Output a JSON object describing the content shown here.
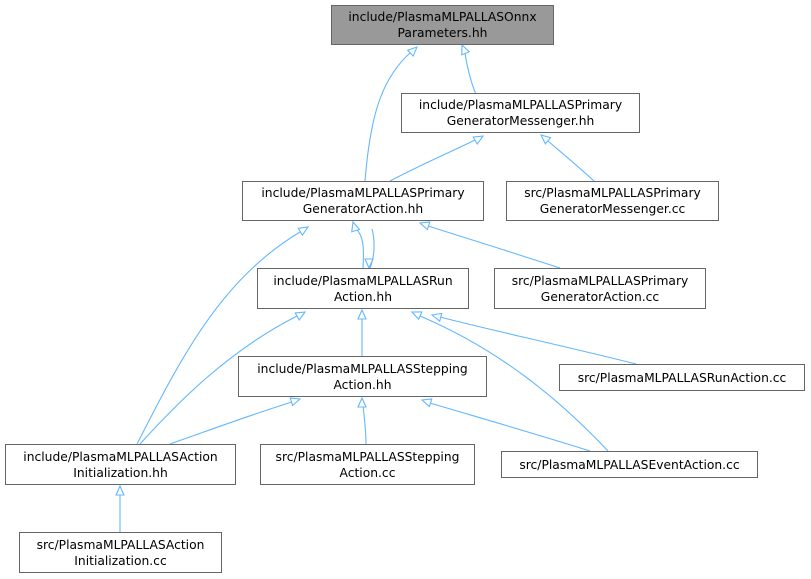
{
  "edge_color": "#63b8ff",
  "nodes": {
    "onnx_params_hh": {
      "line1": "include/PlasmaMLPALLASOnnx",
      "line2": "Parameters.hh",
      "fill": "#999999"
    },
    "pga_messenger_hh": {
      "line1": "include/PlasmaMLPALLASPrimary",
      "line2": "GeneratorMessenger.hh"
    },
    "pga_action_hh": {
      "line1": "include/PlasmaMLPALLASPrimary",
      "line2": "GeneratorAction.hh"
    },
    "pga_messenger_cc": {
      "line1": "src/PlasmaMLPALLASPrimary",
      "line2": "GeneratorMessenger.cc"
    },
    "run_action_hh": {
      "line1": "include/PlasmaMLPALLASRun",
      "line2": "Action.hh"
    },
    "pga_action_cc": {
      "line1": "src/PlasmaMLPALLASPrimary",
      "line2": "GeneratorAction.cc"
    },
    "stepping_action_hh": {
      "line1": "include/PlasmaMLPALLASStepping",
      "line2": "Action.hh"
    },
    "run_action_cc": {
      "line1": "src/PlasmaMLPALLASRunAction.cc"
    },
    "action_init_hh": {
      "line1": "include/PlasmaMLPALLASAction",
      "line2": "Initialization.hh"
    },
    "stepping_action_cc": {
      "line1": "src/PlasmaMLPALLASStepping",
      "line2": "Action.cc"
    },
    "event_action_cc": {
      "line1": "src/PlasmaMLPALLASEventAction.cc"
    },
    "action_init_cc": {
      "line1": "src/PlasmaMLPALLASAction",
      "line2": "Initialization.cc"
    }
  },
  "edges": [
    {
      "from": "onnx_params_hh",
      "to": "pga_messenger_hh"
    },
    {
      "from": "onnx_params_hh",
      "to": "pga_action_hh"
    },
    {
      "from": "pga_messenger_hh",
      "to": "pga_action_hh"
    },
    {
      "from": "pga_messenger_hh",
      "to": "pga_messenger_cc"
    },
    {
      "from": "pga_action_hh",
      "to": "run_action_hh"
    },
    {
      "from": "pga_action_hh",
      "to": "pga_action_cc"
    },
    {
      "from": "pga_action_hh",
      "to": "action_init_hh"
    },
    {
      "from": "run_action_hh",
      "to": "pga_action_hh"
    },
    {
      "from": "run_action_hh",
      "to": "stepping_action_hh"
    },
    {
      "from": "run_action_hh",
      "to": "run_action_cc"
    },
    {
      "from": "run_action_hh",
      "to": "action_init_hh"
    },
    {
      "from": "run_action_hh",
      "to": "event_action_cc"
    },
    {
      "from": "stepping_action_hh",
      "to": "action_init_hh"
    },
    {
      "from": "stepping_action_hh",
      "to": "stepping_action_cc"
    },
    {
      "from": "stepping_action_hh",
      "to": "event_action_cc"
    },
    {
      "from": "action_init_hh",
      "to": "action_init_cc"
    }
  ]
}
